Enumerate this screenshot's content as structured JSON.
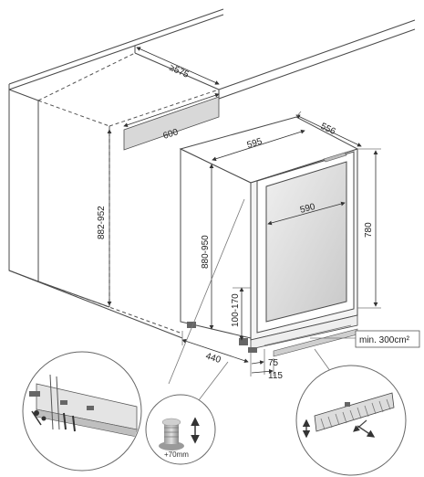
{
  "dimensions": {
    "niche_depth": "≥575",
    "niche_width": "600",
    "niche_height": "882-952",
    "appliance_depth": "556",
    "appliance_width": "595",
    "door_width": "590",
    "appliance_height": "780",
    "height_adjusted": "880-950",
    "plinth_height": "100-170",
    "depth_440": "440",
    "depth_75": "75",
    "depth_115": "115"
  },
  "callouts": {
    "ventilation": "min. 300cm²",
    "foot_adjust": "+70mm"
  },
  "colors": {
    "line": "#4a4a4a",
    "fill_grey": "#d8d8d8",
    "glass": "#e6e6e6"
  }
}
